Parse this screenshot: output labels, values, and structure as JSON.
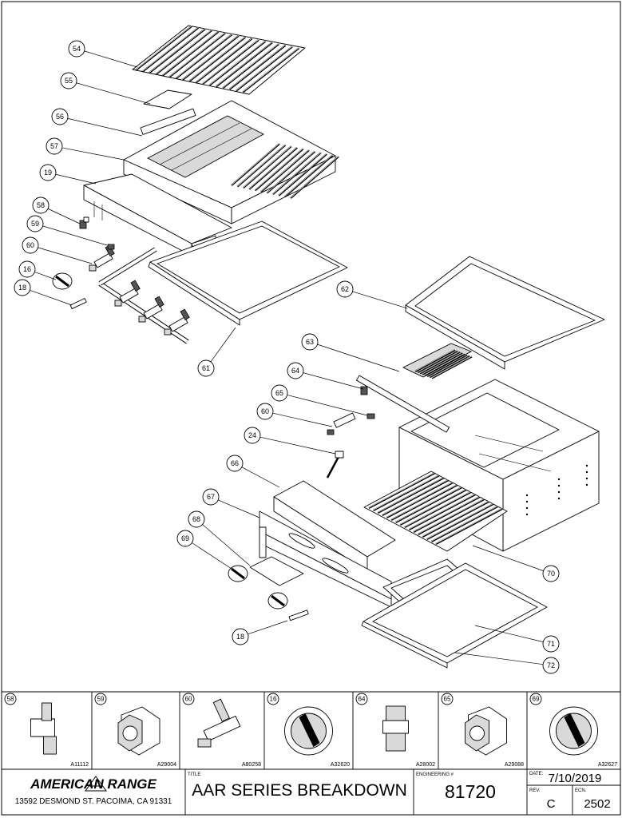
{
  "title_block": {
    "brand": "AMERICAN RANGE",
    "address": "13592 DESMOND ST. PACOIMA, CA 91331",
    "title_label": "TITLE",
    "title": "AAR SERIES BREAKDOWN",
    "eng_label": "ENGINEERING #",
    "eng_number": "81720",
    "date_label": "DATE:",
    "date": "7/10/2019",
    "rev_label": "REV.",
    "rev": "C",
    "ecn_label": "ECN.",
    "ecn": "2502"
  },
  "callouts": {
    "c54": "54",
    "c55": "55",
    "c56": "56",
    "c57": "57",
    "c19": "19",
    "c58": "58",
    "c59": "59",
    "c60a": "60",
    "c16": "16",
    "c18a": "18",
    "c61": "61",
    "c62": "62",
    "c63": "63",
    "c64": "64",
    "c65": "65",
    "c60b": "60",
    "c24": "24",
    "c66": "66",
    "c67": "67",
    "c68": "68",
    "c69": "69",
    "c70": "70",
    "c71": "71",
    "c72": "72",
    "c18b": "18"
  },
  "detail_parts": [
    {
      "item": "58",
      "part_no": "A11112"
    },
    {
      "item": "59",
      "part_no": "A29004"
    },
    {
      "item": "60",
      "part_no": "A80258"
    },
    {
      "item": "16",
      "part_no": "A32620"
    },
    {
      "item": "64",
      "part_no": "A28002"
    },
    {
      "item": "65",
      "part_no": "A29088"
    },
    {
      "item": "69",
      "part_no": "A32627"
    }
  ],
  "colors": {
    "line": "#000000",
    "background": "#ffffff",
    "shade": "#d9d9d9"
  }
}
